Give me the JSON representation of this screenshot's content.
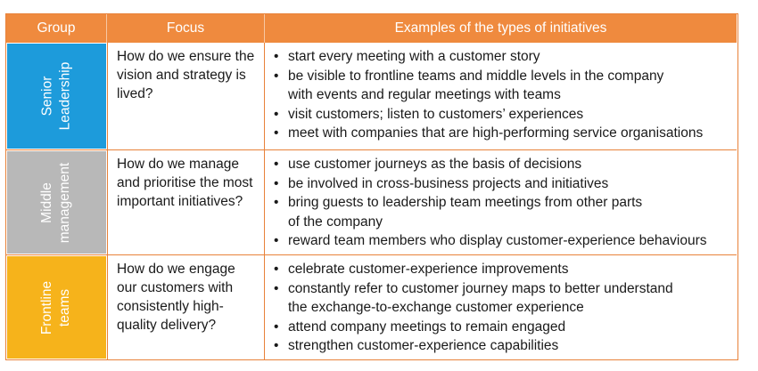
{
  "header": {
    "group": "Group",
    "focus": "Focus",
    "examples": "Examples of the types of initiatives"
  },
  "colors": {
    "header_bg": "#ef8a3e",
    "border": "#e8823a",
    "senior": "#1d9bdb",
    "middle": "#b8b8b8",
    "frontline": "#f6b31b"
  },
  "rows": [
    {
      "group_line1": "Senior",
      "group_line2": "Leadership",
      "focus": "How do we ensure the vision and strategy is lived?",
      "examples": [
        [
          "start every meeting with a customer story"
        ],
        [
          "be visible to frontline teams and middle levels in the company",
          "with events and regular meetings with teams"
        ],
        [
          "visit customers; listen to customers’ experiences"
        ],
        [
          "meet with companies that are high-performing service organisations"
        ]
      ]
    },
    {
      "group_line1": "Middle",
      "group_line2": "management",
      "focus": "How do we manage and prioritise the most important initiatives?",
      "examples": [
        [
          "use customer journeys as the basis of decisions"
        ],
        [
          "be involved in cross-business projects and initiatives"
        ],
        [
          "bring guests to leadership team meetings from other parts",
          "of the company"
        ],
        [
          "reward team members who display customer-experience behaviours"
        ]
      ]
    },
    {
      "group_line1": "Frontline",
      "group_line2": "teams",
      "focus": "How do we engage our customers with consistently high-quality delivery?",
      "examples": [
        [
          "celebrate customer-experience improvements"
        ],
        [
          "constantly refer to customer journey maps to better understand",
          "the exchange-to-exchange customer experience"
        ],
        [
          "attend company meetings to remain engaged"
        ],
        [
          "strengthen customer-experience capabilities"
        ]
      ]
    }
  ]
}
